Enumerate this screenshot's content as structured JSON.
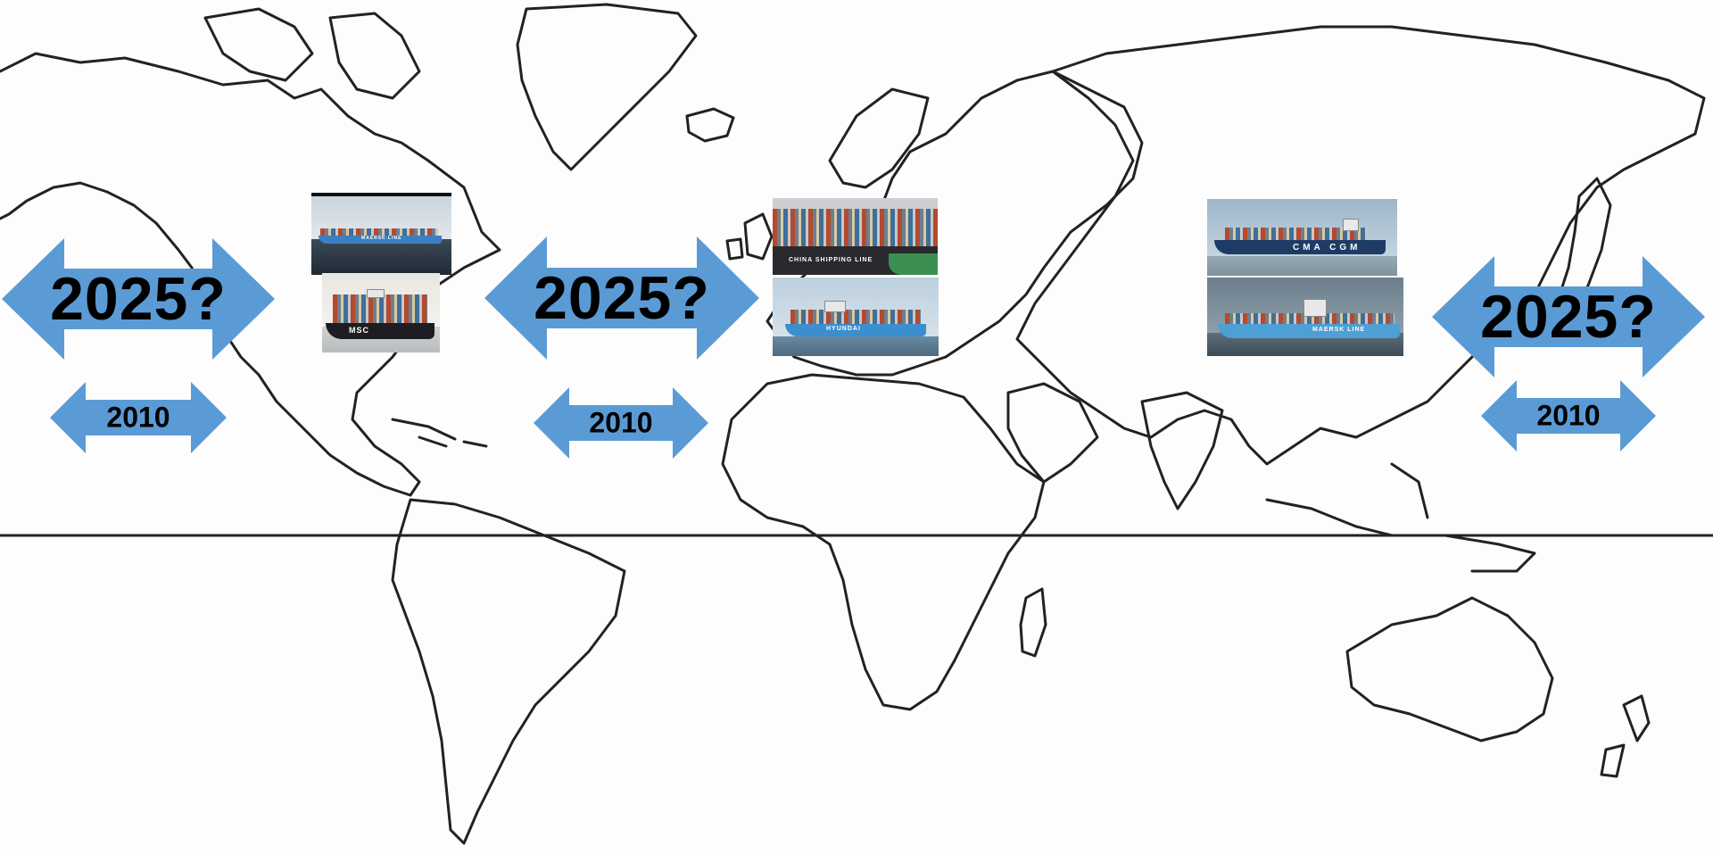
{
  "arrows": {
    "pacific_west": {
      "future": "2025?",
      "current": "2010"
    },
    "atlantic": {
      "future": "2025?",
      "current": "2010"
    },
    "pacific_east": {
      "future": "2025?",
      "current": "2010"
    }
  },
  "ships": {
    "maersk_atlantic": {
      "hull_label": "MAERSK LINE"
    },
    "msc": {
      "hull_label": "MSC"
    },
    "china_shipping": {
      "hull_label": "CHINA SHIPPING LINE"
    },
    "hyundai": {
      "hull_label": "HYUNDAI"
    },
    "cma_cgm": {
      "hull_label": "CMA CGM"
    },
    "maersk_asia": {
      "hull_label": "MAERSK LINE"
    }
  },
  "colors": {
    "arrow_fill": "#5b9bd5",
    "land_outline": "#222222",
    "background": "#fdfdfd"
  }
}
